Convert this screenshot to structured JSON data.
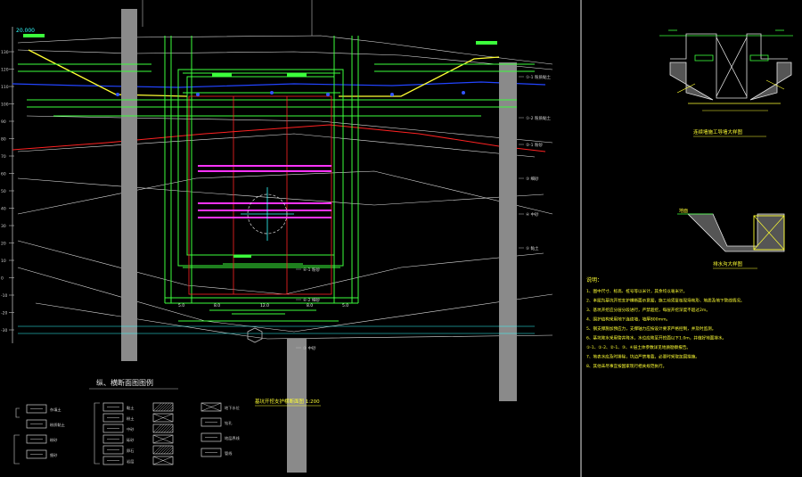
{
  "colors": {
    "background": "#000000",
    "outline": "#ffffff",
    "structure": "#00ff00",
    "slope": "#ffff00",
    "water_table": "#0000ff",
    "soil_line": "#ff2222",
    "steel": "#ff00ff",
    "dimension": "#00ffff",
    "pile": "#9a9a9a"
  },
  "main_section": {
    "elevation_ticks": [
      "130",
      "120",
      "110",
      "100",
      "90",
      "80",
      "70",
      "60",
      "50",
      "40",
      "30",
      "20",
      "10",
      "0",
      "-10",
      "-20",
      "-30"
    ],
    "left_top_label": "20.000",
    "right_layer_labels": [
      "①-1 粉质黏土",
      "①-2 粉质黏土",
      "②-1 粉砂",
      "③ 细砂",
      "④ 中砂",
      "⑤ 黏土",
      "⑥-1 粉砂",
      "⑥-2 细砂",
      "⑦ 中砂"
    ],
    "dims_bottom": [
      "5.0",
      "8.0",
      "12.0",
      "8.0",
      "5.0"
    ]
  },
  "legend": {
    "title": "纵、横断面图图例",
    "left_group_items": [
      "杂填土",
      "粉质黏土",
      "粉砂",
      "细砂"
    ],
    "mid_group_items": [
      "黏土",
      "粉土",
      "中砂",
      "砾砂",
      "卵石",
      "岩层"
    ],
    "right_items": [
      "地下水位",
      "钻孔",
      "地层界线",
      "管线"
    ]
  },
  "mid_caption": "基坑开挖支护横断面图 1:200",
  "detail_1": {
    "caption": "连续墙施工导墙大样图"
  },
  "detail_2": {
    "label": "地面",
    "caption": "排水沟大样图"
  },
  "notes": {
    "title": "说明：",
    "lines": [
      "1、图中尺寸、标高、桩号等以米计，其余均以毫米计。",
      "2、本图为基坑开挖支护横断面示意图，施工前须复核现场地形、地质及地下管线情况。",
      "3、基坑开挖应分层分段进行，严禁超挖，每层开挖深度不超过2m。",
      "4、围护结构采用地下连续墙，墙厚800mm。",
      "5、钢支撑施加预应力，支撑轴力应按设计要求严格控制，并及时监测。",
      "6、基坑降水采用管井降水，水位应降至开挖面以下1.0m，并做好地面排水。",
      "   ①-1、①-2、②-1、③、④层土体参数详见地质勘察报告。",
      "7、地表水应及时排除，坑边严禁堆载，必要时采取加固措施。",
      "8、其他未尽事宜按国家现行相关规范执行。"
    ]
  }
}
